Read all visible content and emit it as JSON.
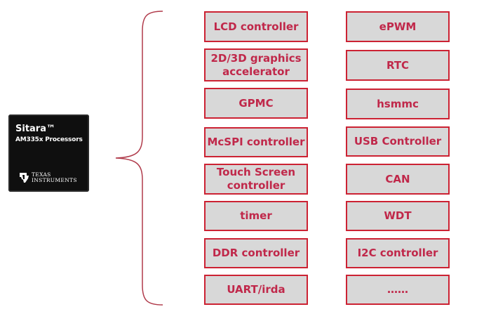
{
  "chip": {
    "title": "Sitara™",
    "subtitle": "AM335x Processors",
    "logo_line1": "TEXAS",
    "logo_line2": "INSTRUMENTS"
  },
  "peripherals_left": [
    "LCD controller",
    "2D/3D graphics accelerator",
    "GPMC",
    "McSPI controller",
    "Touch Screen controller",
    "timer",
    "DDR controller",
    "UART/irda"
  ],
  "peripherals_right": [
    "ePWM",
    "RTC",
    "hsmmc",
    "USB Controller",
    "CAN",
    "WDT",
    "I2C controller",
    "……"
  ],
  "colors": {
    "box_fill": "#d8d8d8",
    "box_border": "#cc2233",
    "box_text": "#c0284a",
    "brace": "#b03a4a"
  }
}
